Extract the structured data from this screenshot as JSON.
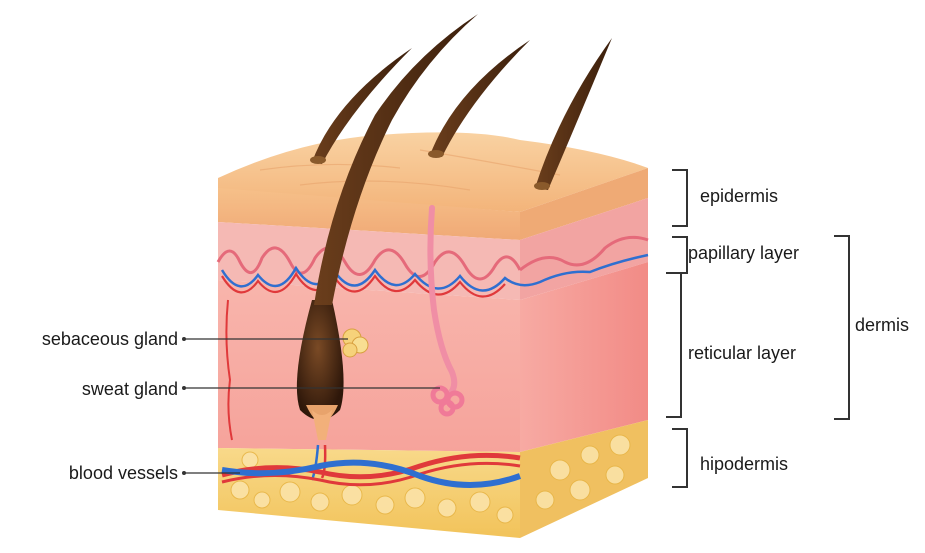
{
  "labels": {
    "left": {
      "sebaceous_gland": "sebaceous gland",
      "sweat_gland": "sweat gland",
      "blood_vessels": "blood vessels"
    },
    "right": {
      "epidermis": "epidermis",
      "papillary_layer": "papillary layer",
      "reticular_layer": "reticular layer",
      "hipodermis": "hipodermis",
      "dermis": "dermis"
    }
  },
  "colors": {
    "epidermis": "#f7c08c",
    "papillary": "#f4a5a5",
    "dermis": "#f9b7b0",
    "hypodermis": "#f6d27a",
    "hair": "#4a2a12",
    "artery": "#e0393b",
    "vein": "#2f6fd0"
  }
}
